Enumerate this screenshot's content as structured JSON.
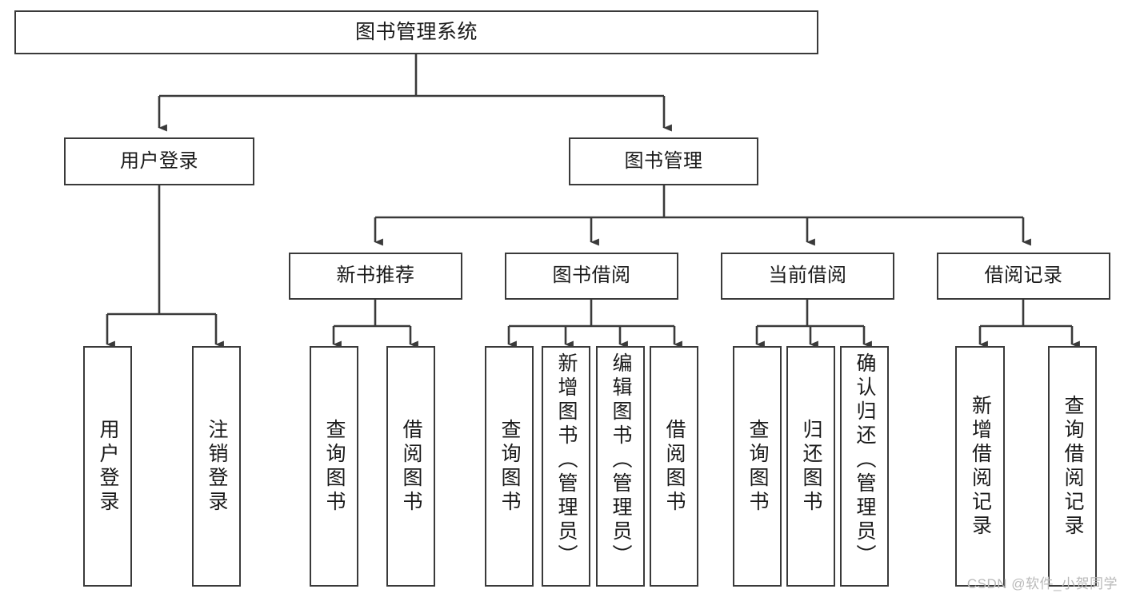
{
  "diagram": {
    "title": "图书管理系统",
    "type": "function-structure-tree",
    "line_color": "#3a3a3a",
    "box_fill": "#ffffff",
    "text_color": "#1a1a1a",
    "watermark": "CSDN @软件_小贺同学"
  },
  "root": {
    "label": "图书管理系统"
  },
  "level2": [
    {
      "label": "用户登录"
    },
    {
      "label": "图书管理"
    }
  ],
  "level3": [
    {
      "label": "新书推荐"
    },
    {
      "label": "图书借阅"
    },
    {
      "label": "当前借阅"
    },
    {
      "label": "借阅记录"
    }
  ],
  "leaves": {
    "user_login": [
      {
        "label": "用户登录"
      },
      {
        "label": "注销登录"
      }
    ],
    "new_book_recommend": [
      {
        "label": "查询图书"
      },
      {
        "label": "借阅图书"
      }
    ],
    "book_borrow": [
      {
        "label": "查询图书"
      },
      {
        "label": "新增图书（管理员）"
      },
      {
        "label": "编辑图书（管理员）"
      },
      {
        "label": "借阅图书"
      }
    ],
    "current_borrow": [
      {
        "label": "查询图书"
      },
      {
        "label": "归还图书"
      },
      {
        "label": "确认归还（管理员）"
      }
    ],
    "borrow_record": [
      {
        "label": "新增借阅记录"
      },
      {
        "label": "查询借阅记录"
      }
    ]
  }
}
